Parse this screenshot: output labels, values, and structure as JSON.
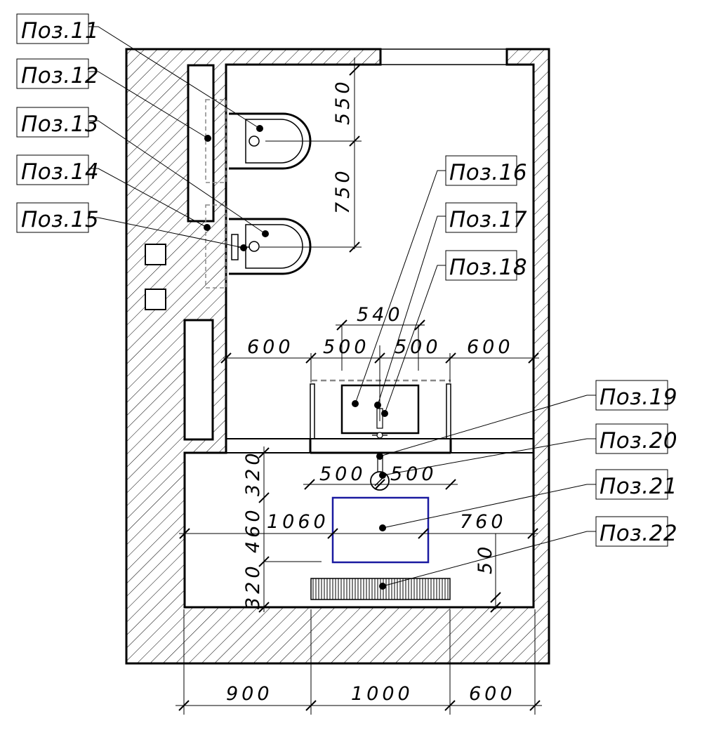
{
  "position_labels": {
    "p11": "Поз.11",
    "p12": "Поз.12",
    "p13": "Поз.13",
    "p14": "Поз.14",
    "p15": "Поз.15",
    "p16": "Поз.16",
    "p17": "Поз.17",
    "p18": "Поз.18",
    "p19": "Поз.19",
    "p20": "Поз.20",
    "p21": "Поз.21",
    "p22": "Поз.22"
  },
  "dimensions": {
    "d550": "550",
    "d750": "750",
    "d540": "540",
    "d600_left": "600",
    "d500_a": "500",
    "d500_b": "500",
    "d600_right": "600",
    "d320_top": "320",
    "d500_c": "500",
    "d500_d": "500",
    "d460": "460",
    "d1060": "1060",
    "d760": "760",
    "d50": "50",
    "d320_bottom": "320",
    "d900": "900",
    "d1000": "1000",
    "d600_bottom": "600"
  },
  "colors": {
    "line": "#000000",
    "hatch": "#000000",
    "dashed": "#888888",
    "selected_outline": "#1a1aa0"
  }
}
